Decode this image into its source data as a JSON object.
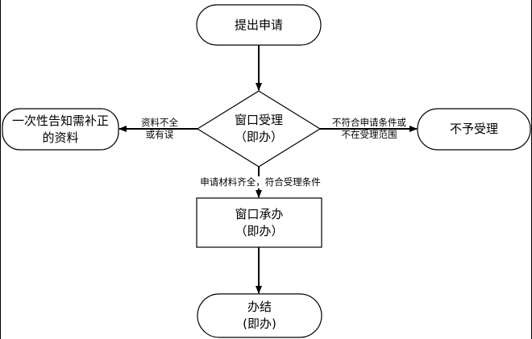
{
  "nodes": {
    "start": {
      "text": "提出申请"
    },
    "decision": {
      "line1": "窗口受理",
      "line2": "（即办）"
    },
    "left": {
      "line1": "一次性告知需补正",
      "line2": "的资料"
    },
    "right": {
      "text": "不予受理"
    },
    "process": {
      "line1": "窗口承办",
      "line2": "（即办）"
    },
    "end": {
      "line1": "办结",
      "line2": "(即办)"
    }
  },
  "edges": {
    "left_label": {
      "line1": "资料不全",
      "line2": "或有误"
    },
    "right_label": {
      "line1": "不符合申请条件或",
      "line2": "不在受理范围"
    },
    "down_label": {
      "text": "申请材料齐全，符合受理条件"
    }
  },
  "colors": {
    "stroke": "#000000",
    "background": "#ffffff"
  }
}
